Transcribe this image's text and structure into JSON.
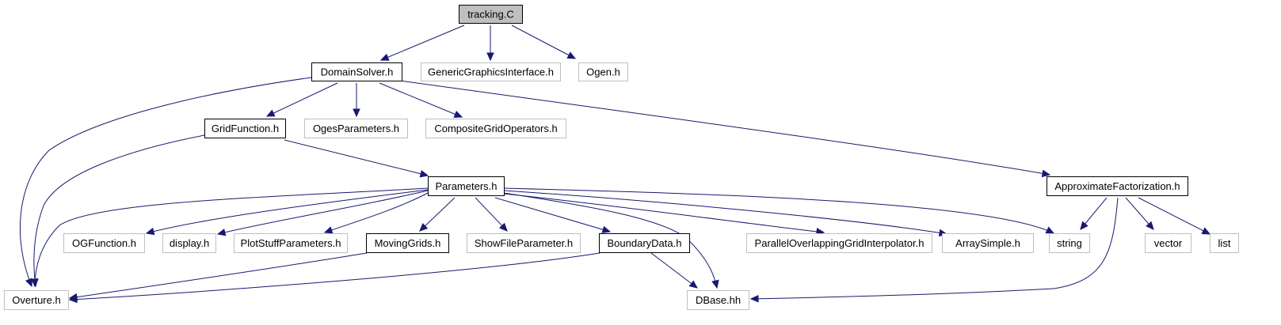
{
  "graph": {
    "colors": {
      "edge": "#191970",
      "root_fill": "#bfbfbf",
      "documented_border": "#000000",
      "external_border": "#bfbfbf",
      "node_fill": "#ffffff"
    },
    "nodes": [
      {
        "id": "tracking",
        "label": "tracking.C",
        "kind": "root"
      },
      {
        "id": "domainsolver",
        "label": "DomainSolver.h",
        "kind": "documented"
      },
      {
        "id": "genericgraphics",
        "label": "GenericGraphicsInterface.h",
        "kind": "external"
      },
      {
        "id": "ogen",
        "label": "Ogen.h",
        "kind": "external"
      },
      {
        "id": "gridfunction",
        "label": "GridFunction.h",
        "kind": "documented"
      },
      {
        "id": "ogesparams",
        "label": "OgesParameters.h",
        "kind": "external"
      },
      {
        "id": "compositegridops",
        "label": "CompositeGridOperators.h",
        "kind": "external"
      },
      {
        "id": "parameters",
        "label": "Parameters.h",
        "kind": "documented"
      },
      {
        "id": "approxfact",
        "label": "ApproximateFactorization.h",
        "kind": "documented"
      },
      {
        "id": "ogfunction",
        "label": "OGFunction.h",
        "kind": "external"
      },
      {
        "id": "display",
        "label": "display.h",
        "kind": "external"
      },
      {
        "id": "plotstuff",
        "label": "PlotStuffParameters.h",
        "kind": "external"
      },
      {
        "id": "movinggrids",
        "label": "MovingGrids.h",
        "kind": "documented"
      },
      {
        "id": "showfile",
        "label": "ShowFileParameter.h",
        "kind": "external"
      },
      {
        "id": "boundarydata",
        "label": "BoundaryData.h",
        "kind": "documented"
      },
      {
        "id": "parallelinterp",
        "label": "ParallelOverlappingGridInterpolator.h",
        "kind": "external"
      },
      {
        "id": "arraysimple",
        "label": "ArraySimple.h",
        "kind": "external"
      },
      {
        "id": "string",
        "label": "string",
        "kind": "external"
      },
      {
        "id": "vector",
        "label": "vector",
        "kind": "external"
      },
      {
        "id": "list",
        "label": "list",
        "kind": "external"
      },
      {
        "id": "overture",
        "label": "Overture.h",
        "kind": "external"
      },
      {
        "id": "dbase",
        "label": "DBase.hh",
        "kind": "external"
      }
    ],
    "edges": [
      {
        "from": "tracking",
        "to": "domainsolver"
      },
      {
        "from": "tracking",
        "to": "genericgraphics"
      },
      {
        "from": "tracking",
        "to": "ogen"
      },
      {
        "from": "domainsolver",
        "to": "gridfunction"
      },
      {
        "from": "domainsolver",
        "to": "ogesparams"
      },
      {
        "from": "domainsolver",
        "to": "compositegridops"
      },
      {
        "from": "domainsolver",
        "to": "approxfact"
      },
      {
        "from": "domainsolver",
        "to": "overture"
      },
      {
        "from": "gridfunction",
        "to": "parameters"
      },
      {
        "from": "gridfunction",
        "to": "overture"
      },
      {
        "from": "parameters",
        "to": "overture"
      },
      {
        "from": "parameters",
        "to": "ogfunction"
      },
      {
        "from": "parameters",
        "to": "display"
      },
      {
        "from": "parameters",
        "to": "plotstuff"
      },
      {
        "from": "parameters",
        "to": "movinggrids"
      },
      {
        "from": "parameters",
        "to": "showfile"
      },
      {
        "from": "parameters",
        "to": "boundarydata"
      },
      {
        "from": "parameters",
        "to": "dbase"
      },
      {
        "from": "parameters",
        "to": "parallelinterp"
      },
      {
        "from": "parameters",
        "to": "arraysimple"
      },
      {
        "from": "parameters",
        "to": "string"
      },
      {
        "from": "approxfact",
        "to": "string"
      },
      {
        "from": "approxfact",
        "to": "vector"
      },
      {
        "from": "approxfact",
        "to": "list"
      },
      {
        "from": "approxfact",
        "to": "dbase"
      },
      {
        "from": "movinggrids",
        "to": "overture"
      },
      {
        "from": "boundarydata",
        "to": "overture"
      },
      {
        "from": "boundarydata",
        "to": "dbase"
      }
    ]
  }
}
